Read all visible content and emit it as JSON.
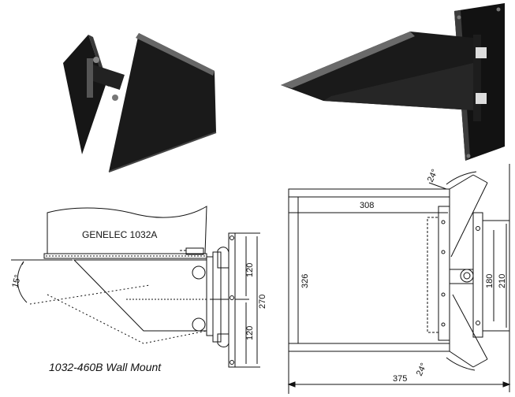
{
  "caption": "1032-460B Wall Mount",
  "side_view": {
    "speaker_label": "GENELEC 1032A",
    "tilt_angle": "15°",
    "dim_upper": "120",
    "dim_lower": "120",
    "dim_total": "270"
  },
  "top_view": {
    "width_inner": "308",
    "depth": "326",
    "swivel_top": "24°",
    "swivel_bottom": "24°",
    "plate_inner": "180",
    "plate_outer": "210",
    "overall": "375"
  },
  "colors": {
    "line": "#111111",
    "metal": "#1a1a1a",
    "highlight": "#6a6a6a"
  }
}
